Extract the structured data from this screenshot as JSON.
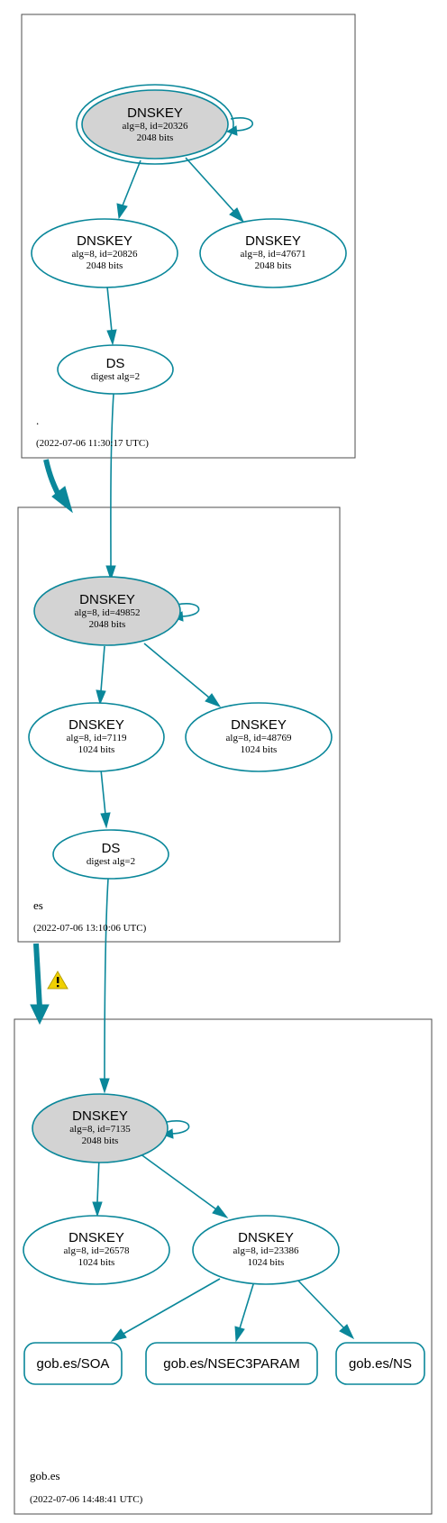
{
  "zones": {
    "root": {
      "name": ".",
      "timestamp": "(2022-07-06 11:30:17 UTC)"
    },
    "es": {
      "name": "es",
      "timestamp": "(2022-07-06 13:10:06 UTC)"
    },
    "gob_es": {
      "name": "gob.es",
      "timestamp": "(2022-07-06 14:48:41 UTC)"
    }
  },
  "nodes": {
    "root_ksk": {
      "title": "DNSKEY",
      "line1": "alg=8, id=20326",
      "line2": "2048 bits"
    },
    "root_zsk1": {
      "title": "DNSKEY",
      "line1": "alg=8, id=20826",
      "line2": "2048 bits"
    },
    "root_zsk2": {
      "title": "DNSKEY",
      "line1": "alg=8, id=47671",
      "line2": "2048 bits"
    },
    "root_ds": {
      "title": "DS",
      "line1": "digest alg=2"
    },
    "es_ksk": {
      "title": "DNSKEY",
      "line1": "alg=8, id=49852",
      "line2": "2048 bits"
    },
    "es_zsk1": {
      "title": "DNSKEY",
      "line1": "alg=8, id=7119",
      "line2": "1024 bits"
    },
    "es_zsk2": {
      "title": "DNSKEY",
      "line1": "alg=8, id=48769",
      "line2": "1024 bits"
    },
    "es_ds": {
      "title": "DS",
      "line1": "digest alg=2"
    },
    "gob_ksk": {
      "title": "DNSKEY",
      "line1": "alg=8, id=7135",
      "line2": "2048 bits"
    },
    "gob_zsk1": {
      "title": "DNSKEY",
      "line1": "alg=8, id=26578",
      "line2": "1024 bits"
    },
    "gob_zsk2": {
      "title": "DNSKEY",
      "line1": "alg=8, id=23386",
      "line2": "1024 bits"
    },
    "gob_soa": {
      "title": "gob.es/SOA"
    },
    "gob_nsec3param": {
      "title": "gob.es/NSEC3PARAM"
    },
    "gob_ns": {
      "title": "gob.es/NS"
    }
  },
  "colors": {
    "edge": "#0a879a",
    "sep_fill": "#d3d3d3",
    "warning": "#f0d000"
  },
  "icons": {
    "warning": "warning-icon"
  }
}
